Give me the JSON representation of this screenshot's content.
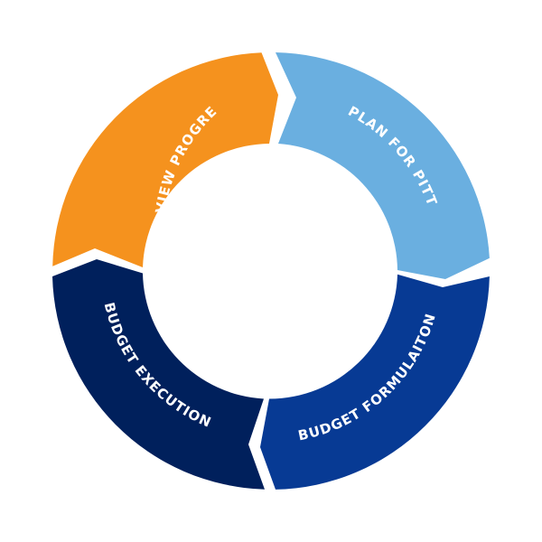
{
  "diagram": {
    "segments": [
      {
        "id": "plan",
        "label": "PLAN FOR PITT",
        "color": "#6AAFE0"
      },
      {
        "id": "formulation",
        "label": "BUDGET FORMULAITON",
        "color": "#073A94"
      },
      {
        "id": "execution",
        "label": "BUDGET EXECUTION",
        "color": "#00205C"
      },
      {
        "id": "review",
        "label": "REVIEW PROGRESS",
        "color": "#F5921E"
      }
    ]
  }
}
